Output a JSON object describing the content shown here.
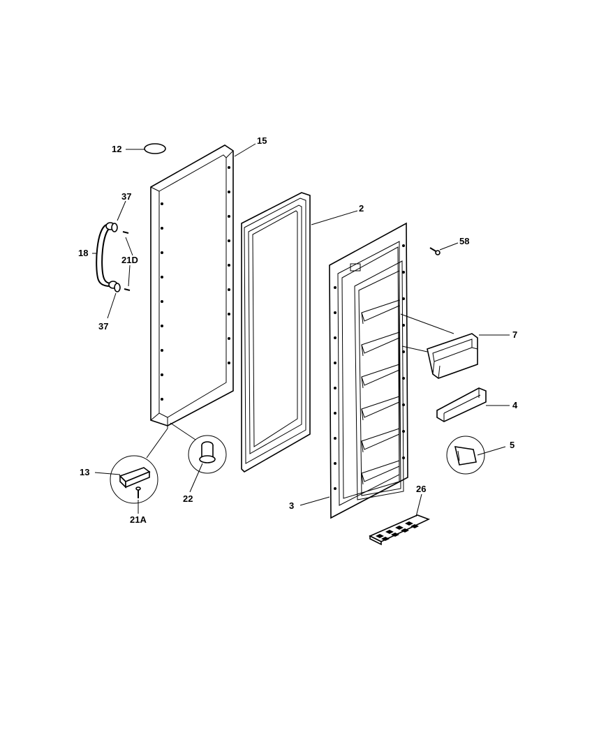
{
  "header_text": "",
  "labels": {
    "p12": "12",
    "p15": "15",
    "p37a": "37",
    "p18": "18",
    "p21D": "21D",
    "p37b": "37",
    "p2": "2",
    "p58": "58",
    "p7": "7",
    "p4": "4",
    "p5": "5",
    "p13": "13",
    "p22": "22",
    "p21A": "21A",
    "p3": "3",
    "p26": "26"
  }
}
